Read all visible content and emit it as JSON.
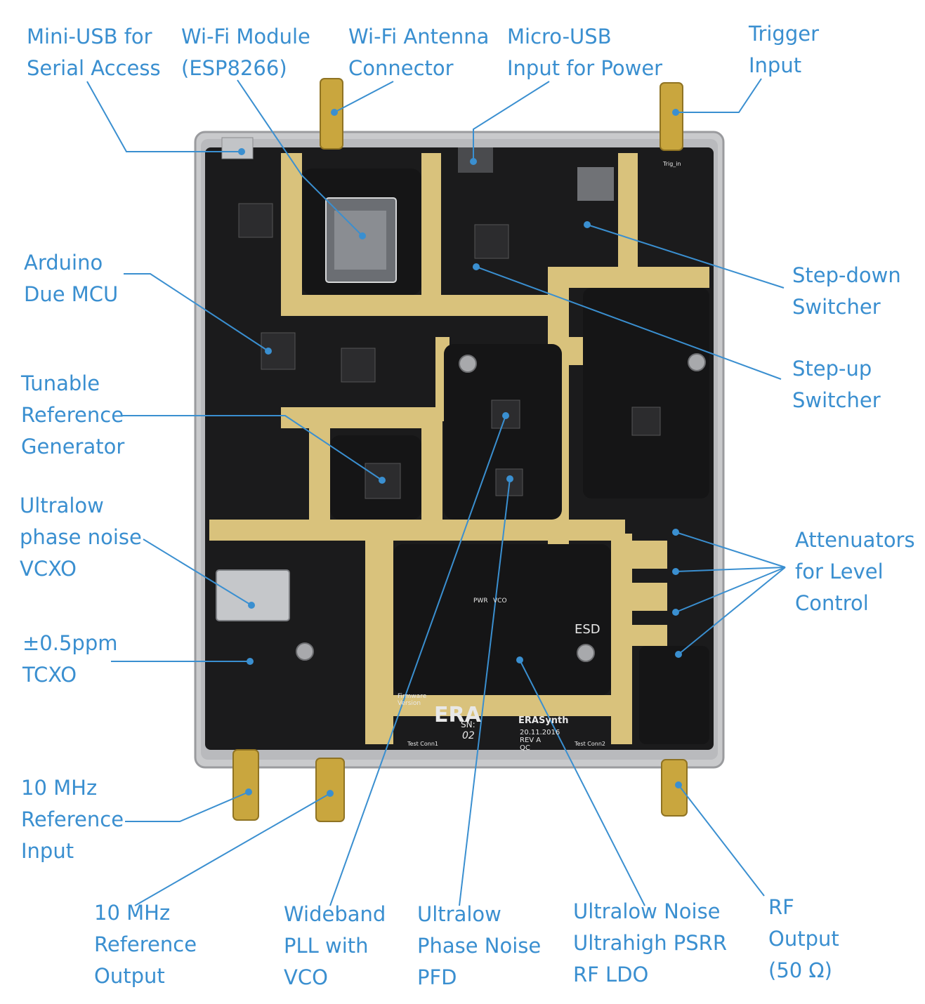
{
  "colors": {
    "label": "#3a8fd0",
    "pcb": "#1b1b1c",
    "gold": "#d9c27c",
    "metal": "#c9cacc"
  },
  "labels": {
    "mini_usb": [
      "Mini-USB for",
      "Serial Access"
    ],
    "wifi_module": [
      "Wi-Fi Module",
      "(ESP8266)"
    ],
    "wifi_antenna": [
      "Wi-Fi Antenna",
      "Connector"
    ],
    "micro_usb": [
      "Micro-USB",
      "Input for Power"
    ],
    "trigger": [
      "Trigger",
      "Input"
    ],
    "arduino": [
      "Arduino",
      "Due MCU"
    ],
    "step_down": [
      "Step-down",
      "Switcher"
    ],
    "step_up": [
      "Step-up",
      "Switcher"
    ],
    "tunable_ref": [
      "Tunable",
      "Reference",
      "Generator"
    ],
    "vcxo": [
      "Ultralow",
      "phase noise",
      "VCXO"
    ],
    "attenuators": [
      "Attenuators",
      "for Level",
      "Control"
    ],
    "tcxo": [
      "±0.5ppm",
      "TCXO"
    ],
    "ref_input": [
      "10 MHz",
      "Reference",
      "Input"
    ],
    "ref_output": [
      "10 MHz",
      "Reference",
      "Output"
    ],
    "pll": [
      "Wideband",
      "PLL with",
      "VCO"
    ],
    "pfd": [
      "Ultralow",
      "Phase Noise",
      "PFD"
    ],
    "ldo": [
      "Ultralow Noise",
      "Ultrahigh PSRR",
      "RF LDO"
    ],
    "rf_output": [
      "RF",
      "Output",
      "(50 Ω)"
    ]
  },
  "board": {
    "brand": "ERA",
    "product": "ERASynth",
    "date": "20.11.2016",
    "revision": "REV A",
    "qc": "QC",
    "serial_label": "SN:",
    "serial": "02",
    "firmware": [
      "Firmware",
      "Version"
    ],
    "esd": "ESD",
    "test_conn1": "Test Conn1",
    "test_conn2": "Test Conn2",
    "trig_in": "Trig_in",
    "pwr": "PWR",
    "vco": "VCO"
  }
}
